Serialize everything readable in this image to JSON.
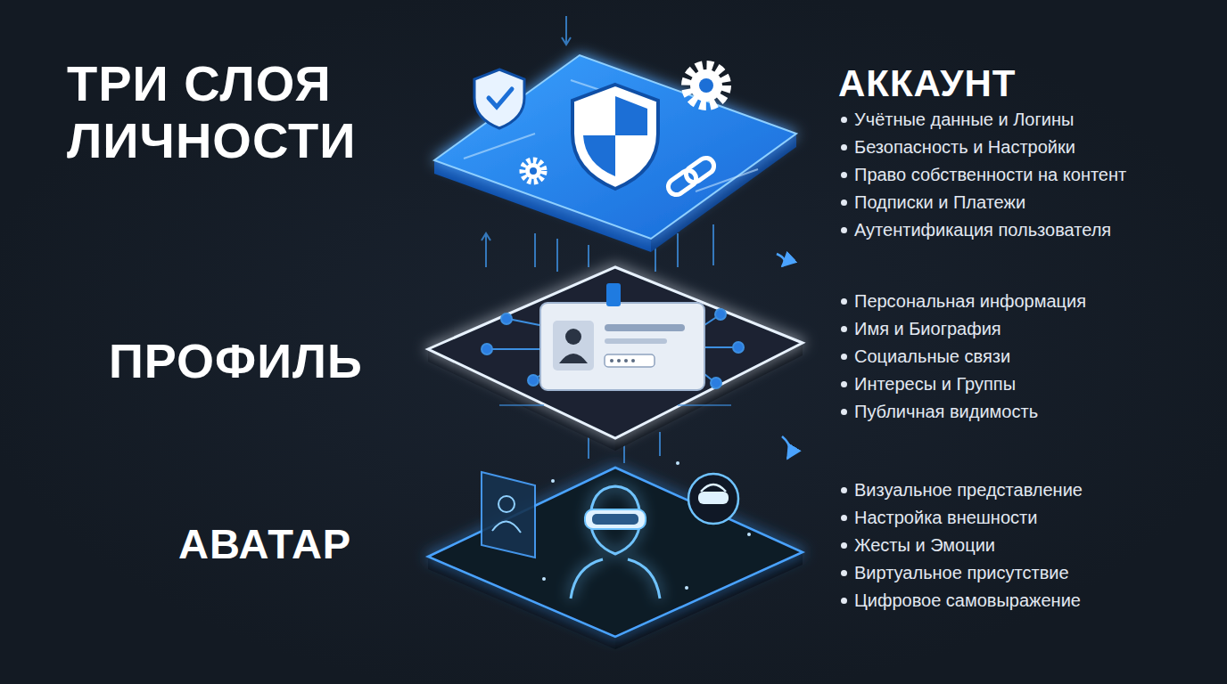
{
  "diagram": {
    "title": "ТРИ СЛОЯ ЛИЧНОСТИ",
    "nodes": [
      {
        "text": [
          "АККАУНТ",
          "Учётные данные и Логины",
          "Безопасность и Настройки",
          "Право собственности на контент",
          "Подписки и Платежи",
          "Аутентификация пользователя"
        ]
      },
      {
        "text": [
          "ПРОФИЛЬ",
          "Персональная информация",
          "Имя и Биография",
          "Социальные связи",
          "Интересы и Группы",
          "Публичная видимость"
        ]
      },
      {
        "text": [
          "АВАТАР",
          "Визуальное представление",
          "Настройка внешности",
          "Жесты и Эмоции",
          "Виртуальное присутствие",
          "Цифровое самовыражение"
        ]
      }
    ],
    "edges": [
      {
        "from": 0,
        "to": 1,
        "arrow": "to"
      },
      {
        "from": 1,
        "to": 2,
        "arrow": "to"
      }
    ]
  }
}
